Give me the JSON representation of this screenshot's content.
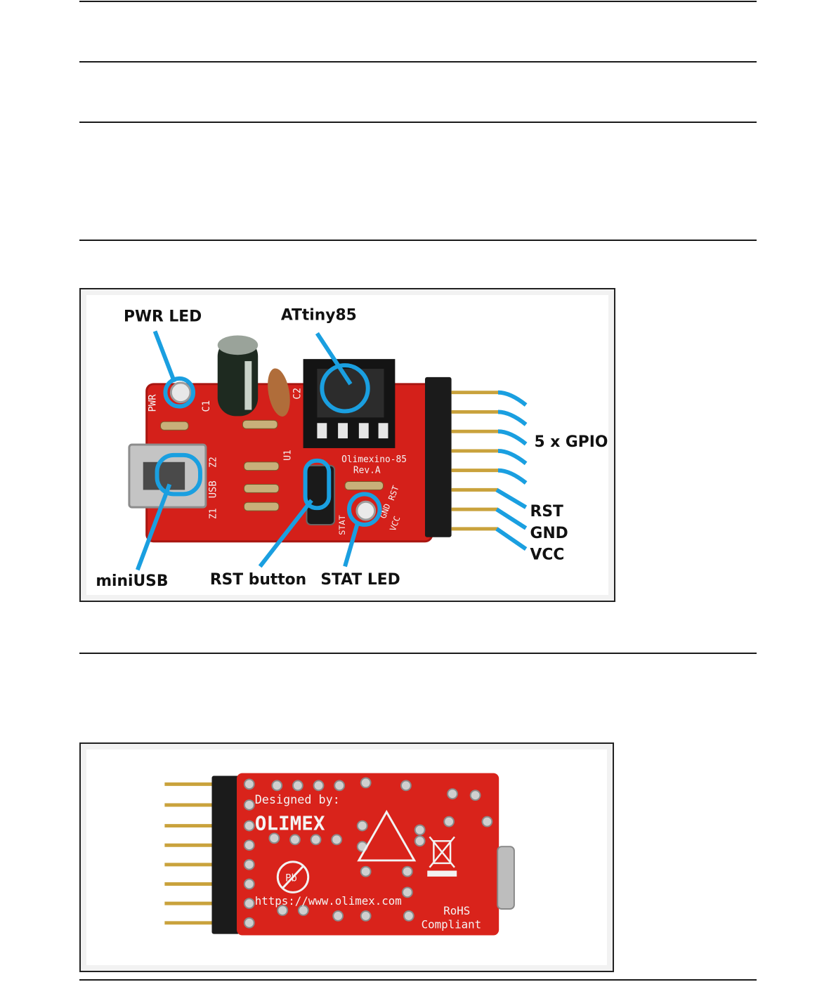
{
  "figure_top": {
    "labels": {
      "pwr_led": "PWR LED",
      "attiny": "ATtiny85",
      "gpio": "5 x GPIO",
      "rst": "RST",
      "gnd": "GND",
      "vcc": "VCC",
      "mini_usb": "miniUSB",
      "rst_button": "RST button",
      "stat_led": "STAT LED"
    },
    "silkscreen": {
      "pwr": "PWR",
      "c1": "C1",
      "c2": "C2",
      "usb": "USB",
      "z1": "Z1",
      "z2": "Z2",
      "u1": "U1",
      "board_name": "Olimexino-85",
      "rev": "Rev.A",
      "rst": "RST",
      "gnd": "GND",
      "vcc": "VCC",
      "stat": "STAT"
    },
    "colors": {
      "board": "#d4201a",
      "callout": "#1a9fe0"
    }
  },
  "figure_bottom": {
    "silkscreen": {
      "designed_by": "Designed by:",
      "brand": "OLIMEX",
      "url": "https://www.olimex.com",
      "rohs": "RoHS",
      "compliant": "Compliant",
      "pb": "Pb"
    },
    "colors": {
      "board": "#d9231b"
    }
  }
}
